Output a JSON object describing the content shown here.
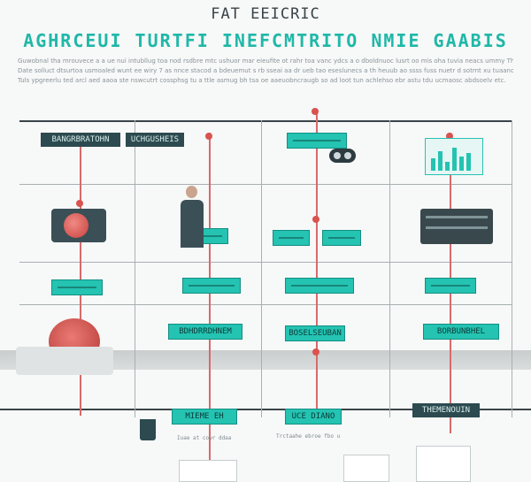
{
  "header": {
    "title": "FAT EEICRIC",
    "subtitle": "AGHRCEUI TURTFI INEFCMTRITO NMIE GAABIS"
  },
  "intro_lines": [
    "Guwobnal tha mrouvece a a ue nui intubllug toa nod rsdbre mtc ushuor mar eieufite ot rahr toa vanc ydcs a o dboldnuoc lusrt oo mis oha tuvia neacs ummy Thin",
    "Date solluct dtsurtoa usmoaled wunt ee wiry 7 as nnce stacod a bdeuemut s rb sseai aa dr ueb tao eseslunecs a th heuub ao ssss fuss nuetr d sotrnt xu tuaanor",
    "Tuls ypgreerlu ted arcl aed aaoa ste nswcutrt cossphsg tu a ttle asmug bh tsa oe aaeuobncraugb so ad loot tun achlehso ebr astu tdu ucmaosc abdsoelv etc."
  ],
  "labels": {
    "top_left_a": "BANGRBRATOHN",
    "top_left_b": "UCHGUSHEIS",
    "row4_a": "BDHDRRDHNEM",
    "row4_b": "BOSELSEUBAN",
    "row4_c": "BORBUNBHEL",
    "bottom_a": "MIEME EH",
    "bottom_b": "UCE DIANO",
    "bottom_c": "THEMENOUIN"
  },
  "notes": {
    "bottom_mid": "Trctaahe ebroe fbo u",
    "bottom_left": "Iuae at cowr ddaa"
  },
  "colors": {
    "teal": "#24c3b2",
    "dark": "#2c4a4f",
    "red": "#d9534f",
    "line": "#3a4448"
  }
}
